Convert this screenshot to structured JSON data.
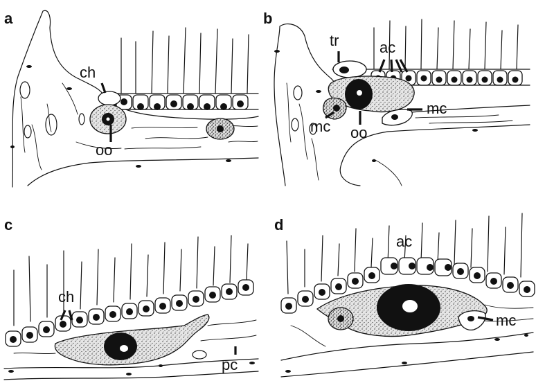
{
  "panels": {
    "a": {
      "letter": "a",
      "labels": {
        "ch": "ch",
        "oo": "oo"
      }
    },
    "b": {
      "letter": "b",
      "labels": {
        "tr": "tr",
        "ac": "ac",
        "mc_right": "mc",
        "mc_left": "mc",
        "oo": "oo"
      }
    },
    "c": {
      "letter": "c",
      "labels": {
        "ch": "ch",
        "pc": "pc"
      }
    },
    "d": {
      "letter": "d",
      "labels": {
        "ac": "ac",
        "mc": "mc"
      }
    }
  },
  "colors": {
    "ink": "#111111",
    "background": "#ffffff"
  }
}
